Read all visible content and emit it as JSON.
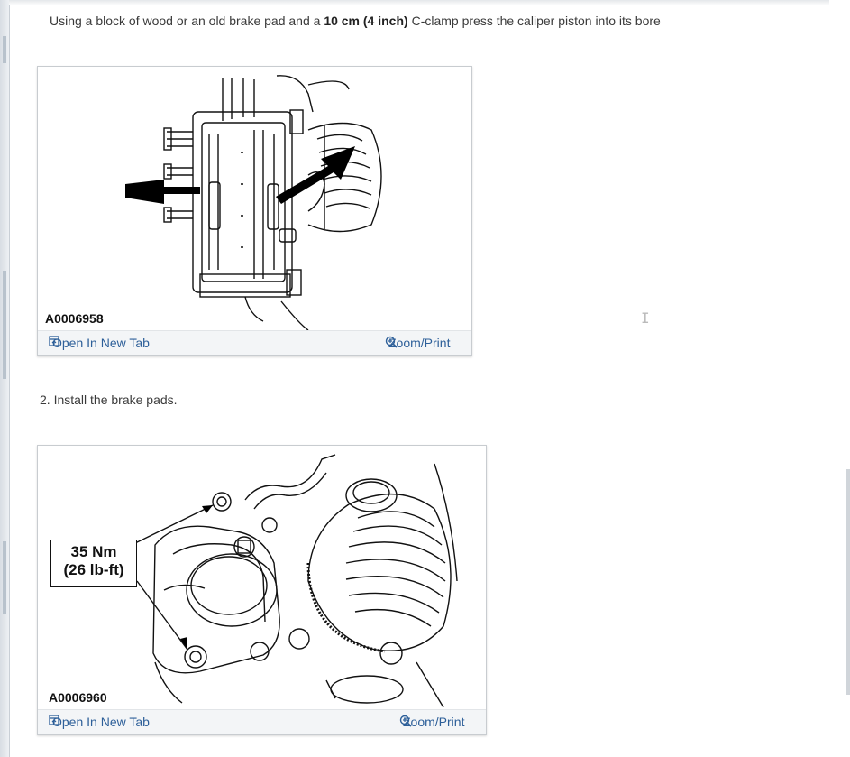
{
  "step1": {
    "text_before": "Using a block of wood or an old brake pad and a ",
    "text_bold": "10 cm (4 inch)",
    "text_after": " C-clamp press the caliper piston into its bore"
  },
  "figure1": {
    "id": "A0006958",
    "open_tab_label": "Open In New Tab",
    "zoom_label": "Zoom/Print",
    "open_tab_icon": "open-new-tab-icon",
    "zoom_icon": "magnifier-plus-icon"
  },
  "step2": {
    "text": "2. Install the brake pads."
  },
  "figure2": {
    "id": "A0006960",
    "torque_nm": "35 Nm",
    "torque_lbft": "(26 lb-ft)",
    "open_tab_label": "Open In New Tab",
    "zoom_label": "Zoom/Print",
    "open_tab_icon": "open-new-tab-icon",
    "zoom_icon": "magnifier-plus-icon"
  },
  "colors": {
    "link": "#2d5f99",
    "bar_bg": "#f3f5f7",
    "text": "#333333"
  }
}
